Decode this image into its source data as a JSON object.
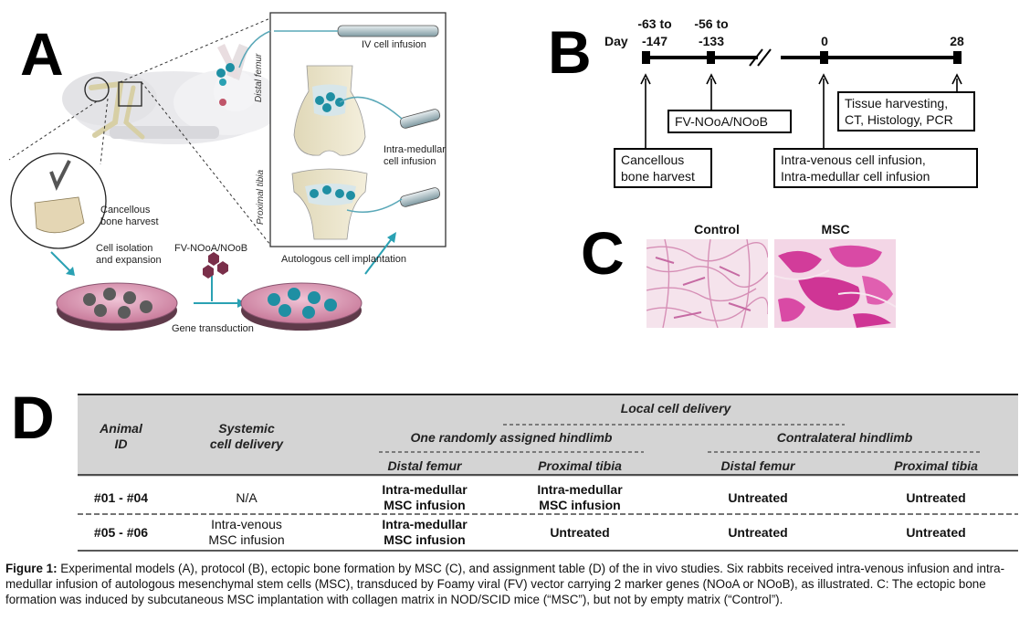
{
  "panel_a": {
    "label": "A",
    "iv_infusion": "IV cell infusion",
    "distal_femur": "Distal femur",
    "proximal_tibia": "Proximal tibia",
    "intra_medullar_1": "Intra-medullar",
    "intra_medullar_2": "cell infusion",
    "cancellous_1": "Cancellous",
    "cancellous_2": "bone harvest",
    "isolation_1": "Cell isolation",
    "isolation_2": "and expansion",
    "vector": "FV-NOoA/NOoB",
    "implantation": "Autologous cell implantation",
    "transduction": "Gene transduction"
  },
  "panel_b": {
    "label": "B",
    "day_prefix": "Day",
    "t1_line1": "-63 to",
    "t1_line2": "-147",
    "t2_line1": "-56 to",
    "t2_line2": "-133",
    "t3": "0",
    "t4": "28",
    "box_harvest_1": "Cancellous",
    "box_harvest_2": "bone harvest",
    "box_vector": "FV-NOoA/NOoB",
    "box_infusion_1": "Intra-venous cell infusion,",
    "box_infusion_2": "Intra-medullar cell infusion",
    "box_tissue_1": "Tissue harvesting,",
    "box_tissue_2": "CT, Histology, PCR"
  },
  "panel_c": {
    "label": "C",
    "control": "Control",
    "msc": "MSC"
  },
  "panel_d": {
    "label": "D",
    "h_animal_1": "Animal",
    "h_animal_2": "ID",
    "h_systemic_1": "Systemic",
    "h_systemic_2": "cell delivery",
    "h_local": "Local cell delivery",
    "h_one_random": "One randomly assigned hindlimb",
    "h_contra": "Contralateral hindlimb",
    "h_distal_1": "Distal femur",
    "h_proximal_1": "Proximal tibia",
    "h_distal_2": "Distal femur",
    "h_proximal_2": "Proximal tibia",
    "rows": [
      {
        "id": "#01 - #04",
        "sys_1": "N/A",
        "sys_2": "",
        "df_1": "Intra-medullar",
        "df_2": "MSC infusion",
        "pt_1": "Intra-medullar",
        "pt_2": "MSC infusion",
        "cdf": "Untreated",
        "cpt": "Untreated"
      },
      {
        "id": "#05 - #06",
        "sys_1": "Intra-venous",
        "sys_2": "MSC infusion",
        "df_1": "Intra-medullar",
        "df_2": "MSC infusion",
        "pt_1": "Untreated",
        "pt_2": "",
        "cdf": "Untreated",
        "cpt": "Untreated"
      }
    ]
  },
  "caption": {
    "bold": "Figure 1:",
    "text": " Experimental models (A), protocol (B), ectopic bone formation by MSC (C), and assignment table (D) of the in vivo studies. Six rabbits received intra-venous infusion and intra-medullar infusion of autologous mesenchymal stem cells (MSC), transduced by Foamy viral (FV) vector carrying 2 marker genes (NOoA or NOoB), as illustrated. C: The ectopic bone formation was induced by subcutaneous MSC implantation with collagen matrix in NOD/SCID mice (“MSC”), but not by empty matrix (“Control”)."
  }
}
